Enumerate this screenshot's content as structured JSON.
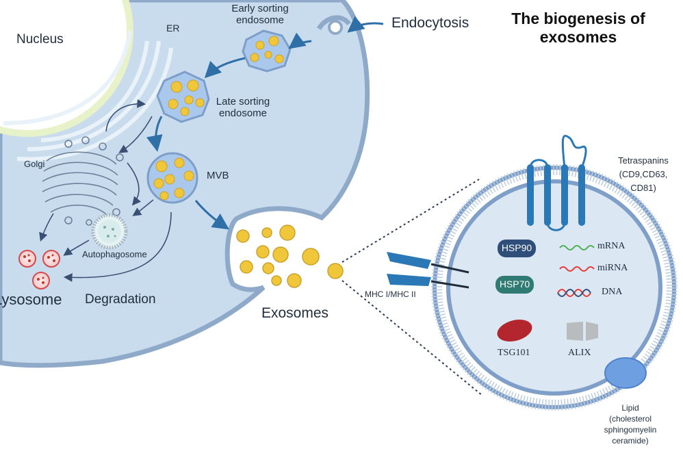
{
  "title": {
    "line1": "The biogenesis of",
    "line2": "exosomes"
  },
  "labels": {
    "nucleus": "Nucleus",
    "er": "ER",
    "early_endosome_1": "Early sorting",
    "early_endosome_2": "endosome",
    "endocytosis": "Endocytosis",
    "late_endosome_1": "Late sorting",
    "late_endosome_2": "endosome",
    "golgi": "Golgi",
    "mvb": "MVB",
    "autophagosome": "Autophagosome",
    "lysosome": "Lysosome",
    "degradation": "Degradation",
    "exosomes": "Exosomes",
    "mhc": "MHC I/MHC II",
    "tetraspanins_1": "Tetraspanins",
    "tetraspanins_2": "(CD9,CD63,",
    "tetraspanins_3": "CD81)",
    "hsp90": "HSP90",
    "hsp70": "HSP70",
    "mrna": "mRNA",
    "mirna": "miRNA",
    "dna": "DNA",
    "tsg101": "TSG101",
    "alix": "ALIX",
    "lipid_1": "Lipid",
    "lipid_2": "(cholesterol",
    "lipid_3": "sphingomyelin",
    "lipid_4": "ceramide)"
  },
  "colors": {
    "cell_fill": "#c9dced",
    "membrane": "#8fa9c8",
    "vesicle_fill": "#a9c8ec",
    "cargo": "#f0c63a",
    "arrow": "#2e6fa8",
    "protein_blue": "#2a78b5",
    "hsp": "#2f6a8c",
    "mrna": "#4caf50",
    "mirna": "#e53935",
    "tsg101": "#b3262d",
    "alix": "#b9bcbf",
    "lipid": "#6e9fe0"
  }
}
